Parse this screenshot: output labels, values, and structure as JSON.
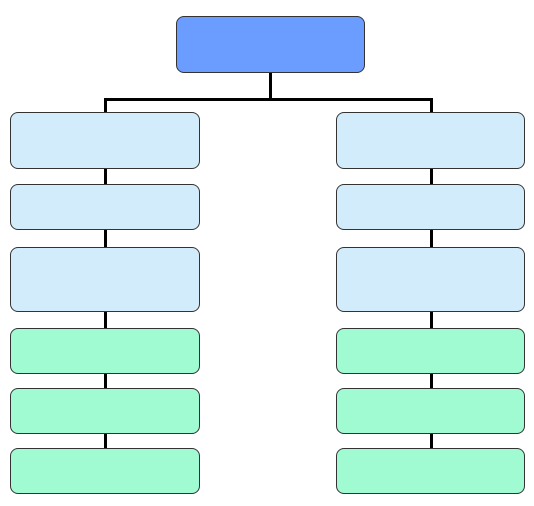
{
  "colors": {
    "root_fill": "#6b9cff",
    "upper_fill": "#d3ecfb",
    "lower_fill": "#a0fad2",
    "connector": "#000000"
  },
  "root": {
    "label": ""
  },
  "branches": [
    {
      "name": "left",
      "nodes": [
        {
          "label": "",
          "tone": "upper"
        },
        {
          "label": "",
          "tone": "upper"
        },
        {
          "label": "",
          "tone": "upper"
        },
        {
          "label": "",
          "tone": "lower"
        },
        {
          "label": "",
          "tone": "lower"
        },
        {
          "label": "",
          "tone": "lower"
        }
      ]
    },
    {
      "name": "right",
      "nodes": [
        {
          "label": "",
          "tone": "upper"
        },
        {
          "label": "",
          "tone": "upper"
        },
        {
          "label": "",
          "tone": "upper"
        },
        {
          "label": "",
          "tone": "lower"
        },
        {
          "label": "",
          "tone": "lower"
        },
        {
          "label": "",
          "tone": "lower"
        }
      ]
    }
  ]
}
